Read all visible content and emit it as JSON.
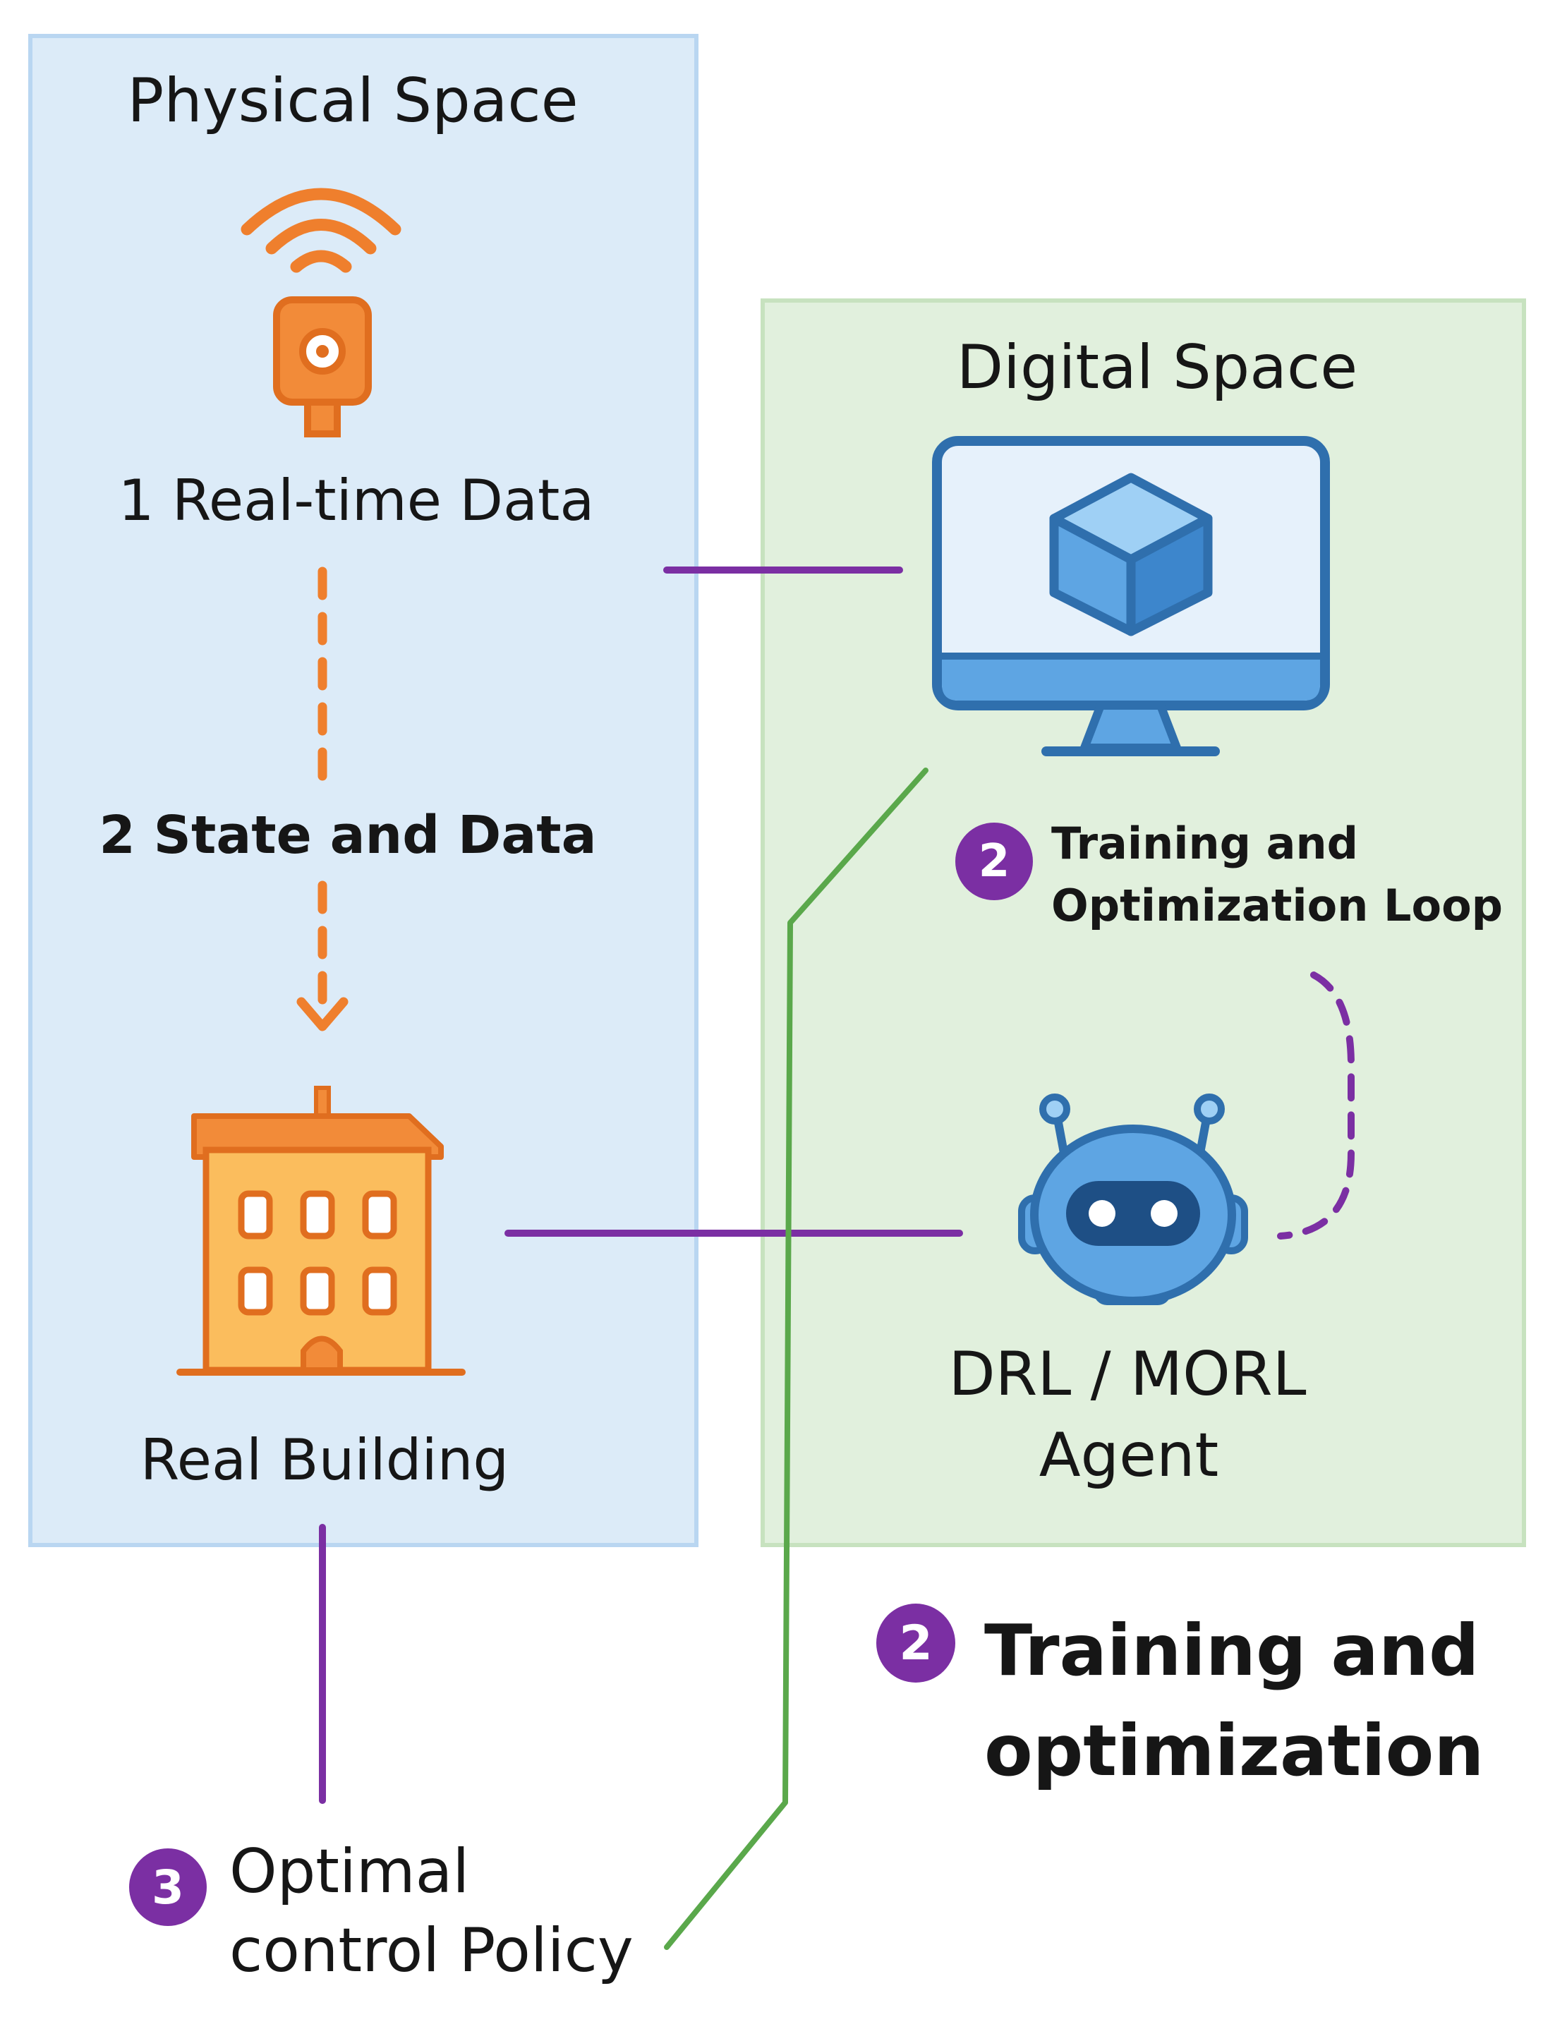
{
  "physical_space": {
    "title": "Physical Space",
    "step1_label": "1 Real-time Data",
    "step2_label": "2 State and Data",
    "building_label": "Real Building"
  },
  "digital_space": {
    "title": "Digital Space",
    "loop_badge": "2",
    "loop_label_line1": "Training and",
    "loop_label_line2": "Optimization Loop",
    "agent_label_line1": "DRL / MORL",
    "agent_label_line2": "Agent"
  },
  "training": {
    "badge": "2",
    "line1": "Training and",
    "line2": "optimization"
  },
  "policy": {
    "badge": "3",
    "line1": "Optimal",
    "line2": "control Policy"
  },
  "icons": {
    "sensor": "wireless-sensor-icon",
    "monitor": "monitor-with-cube-icon",
    "building": "building-icon",
    "robot": "robot-agent-icon"
  },
  "colors": {
    "physical_panel": "#dcebf8",
    "digital_panel": "#e1f0dd",
    "orange": "#ef7f2d",
    "purple": "#7b2fa3",
    "green": "#5aa84b",
    "blue": "#2f6fad"
  }
}
